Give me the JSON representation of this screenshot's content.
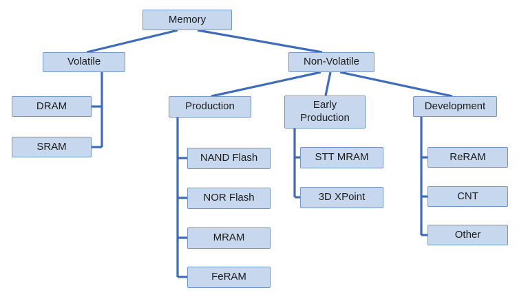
{
  "diagram": {
    "type": "tree-diagram",
    "nodes": {
      "memory": "Memory",
      "volatile": "Volatile",
      "non_volatile": "Non-Volatile",
      "dram": "DRAM",
      "sram": "SRAM",
      "production": "Production",
      "early_production": "Early Production",
      "development": "Development",
      "nand_flash": "NAND Flash",
      "nor_flash": "NOR Flash",
      "mram": "MRAM",
      "feram": "FeRAM",
      "stt_mram": "STT MRAM",
      "xpoint_3d": "3D XPoint",
      "reram": "ReRAM",
      "cnt": "CNT",
      "other": "Other"
    },
    "hierarchy": {
      "Memory": {
        "Volatile": [
          "DRAM",
          "SRAM"
        ],
        "Non-Volatile": {
          "Production": [
            "NAND Flash",
            "NOR Flash",
            "MRAM",
            "FeRAM"
          ],
          "Early Production": [
            "STT MRAM",
            "3D XPoint"
          ],
          "Development": [
            "ReRAM",
            "CNT",
            "Other"
          ]
        }
      }
    },
    "colors": {
      "node_fill": "#c7d8ee",
      "node_border": "#7496c5",
      "connector": "#3c6cba"
    }
  }
}
